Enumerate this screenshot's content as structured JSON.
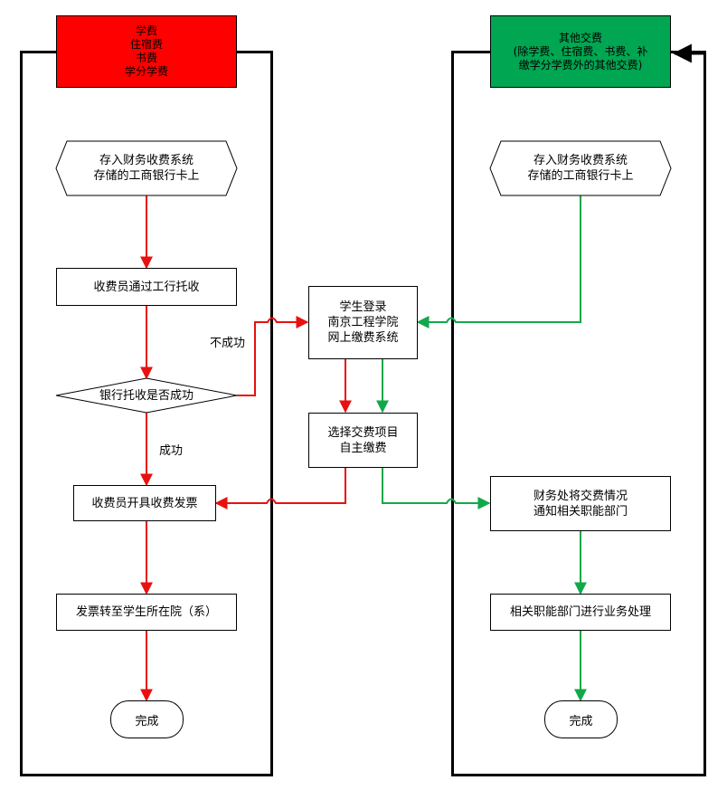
{
  "colors": {
    "red_header": "#ff0000",
    "green_header": "#00a651",
    "red_line": "#e8110f",
    "green_line": "#12a84a"
  },
  "left": {
    "header_lines": [
      "学费",
      "住宿费",
      "书费",
      "学分学费"
    ],
    "deposit_lines": [
      "存入财务收费系统",
      "存储的工商银行卡上"
    ],
    "collect": "收费员通过工行托收",
    "decision": "银行托收是否成功",
    "invoice": "收费员开具收费发票",
    "transfer": "发票转至学生所在院（系）",
    "done": "完成"
  },
  "right": {
    "header_lines": [
      "其他交费",
      "(除学费、住宿费、书费、补",
      "缴学分学费外的其他交费)"
    ],
    "deposit_lines": [
      "存入财务收费系统",
      "存储的工商银行卡上"
    ],
    "notify_lines": [
      "财务处将交费情况",
      "通知相关职能部门"
    ],
    "process": "相关职能部门进行业务处理",
    "done": "完成"
  },
  "center": {
    "login_lines": [
      "学生登录",
      "南京工程学院",
      "网上缴费系统"
    ],
    "select_lines": [
      "选择交费项目",
      "自主缴费"
    ]
  },
  "labels": {
    "fail": "不成功",
    "success": "成功"
  }
}
